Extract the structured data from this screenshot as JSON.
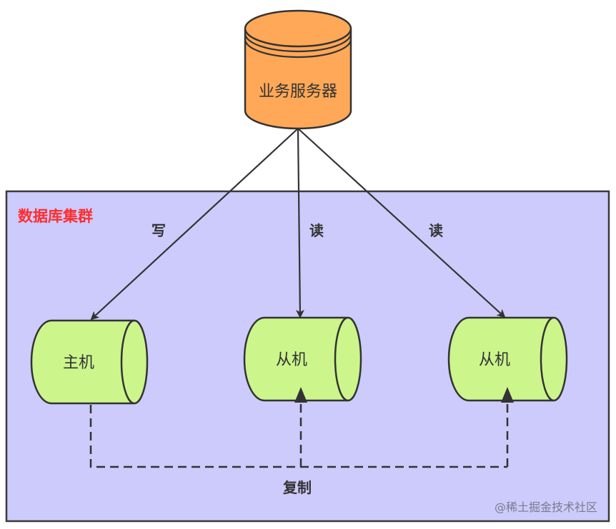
{
  "colors": {
    "server_fill": "#ffa858",
    "node_fill": "#ccf58c",
    "cluster_fill": "#cccbfb",
    "stroke": "#333333",
    "cluster_label": "#ff2d2d"
  },
  "server": {
    "label": "业务服务器"
  },
  "cluster": {
    "label": "数据库集群"
  },
  "nodes": [
    {
      "id": "master",
      "label": "主机"
    },
    {
      "id": "slave1",
      "label": "从机"
    },
    {
      "id": "slave2",
      "label": "从机"
    }
  ],
  "edges": [
    {
      "from": "server",
      "to": "master",
      "label": "写",
      "style": "solid"
    },
    {
      "from": "server",
      "to": "slave1",
      "label": "读",
      "style": "solid"
    },
    {
      "from": "server",
      "to": "slave2",
      "label": "读",
      "style": "solid"
    },
    {
      "from": "master",
      "to": "slave1",
      "label": "复制",
      "style": "dashed"
    },
    {
      "from": "master",
      "to": "slave2",
      "label": "",
      "style": "dashed"
    }
  ],
  "watermark": "@稀土掘金技术社区"
}
